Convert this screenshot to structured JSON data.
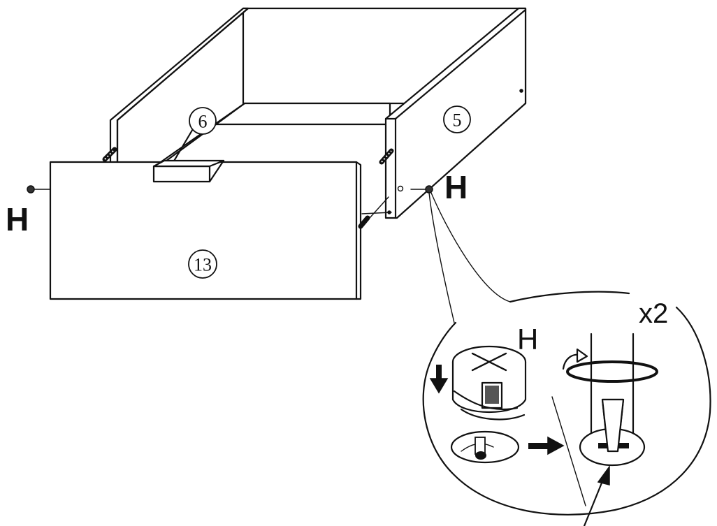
{
  "labels": {
    "fitting_letter": "H",
    "part_side_right": "5",
    "part_back": "6",
    "part_front": "13",
    "quantity": "x2"
  },
  "icons": {
    "cam_lock": "cam-lock-icon",
    "press_down": "arrow-down-icon",
    "rotate": "rotate-clockwise-icon",
    "screwdriver": "screwdriver-icon",
    "next_step": "arrow-right-icon"
  }
}
